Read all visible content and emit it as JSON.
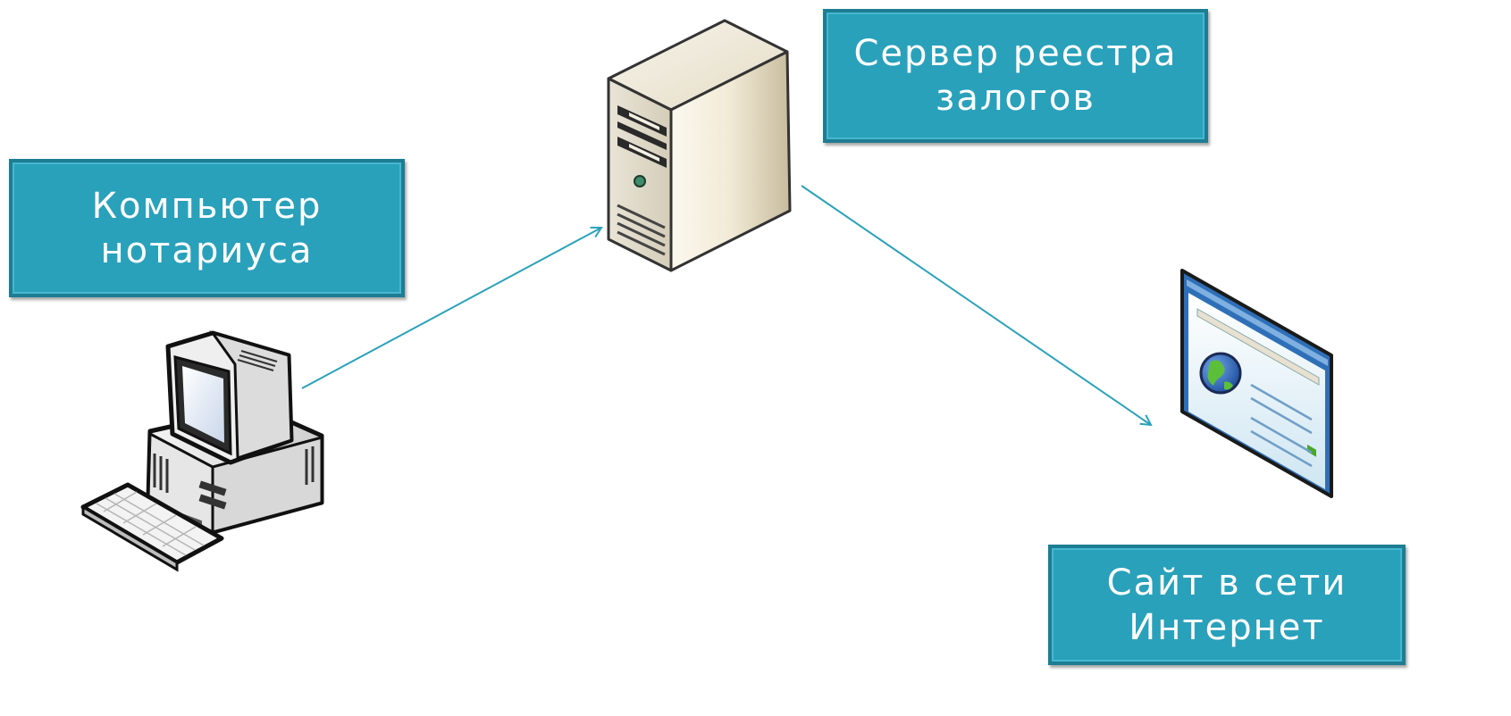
{
  "nodes": {
    "notary": {
      "label_lines": [
        "Компьютер",
        "нотариуса"
      ],
      "icon": "desktop-computer-icon"
    },
    "server": {
      "label_lines": [
        "Сервер реестра",
        "залогов"
      ],
      "icon": "tower-server-icon"
    },
    "site": {
      "label_lines": [
        "Сайт в сети",
        "Интернет"
      ],
      "icon": "web-page-globe-icon"
    }
  },
  "edges": [
    {
      "from": "notary",
      "to": "server"
    },
    {
      "from": "server",
      "to": "site"
    }
  ],
  "colors": {
    "box_fill": "#2aa1bb",
    "box_border": "#1d7d92",
    "box_text": "#ffffff",
    "connector": "#2aa1bb"
  }
}
